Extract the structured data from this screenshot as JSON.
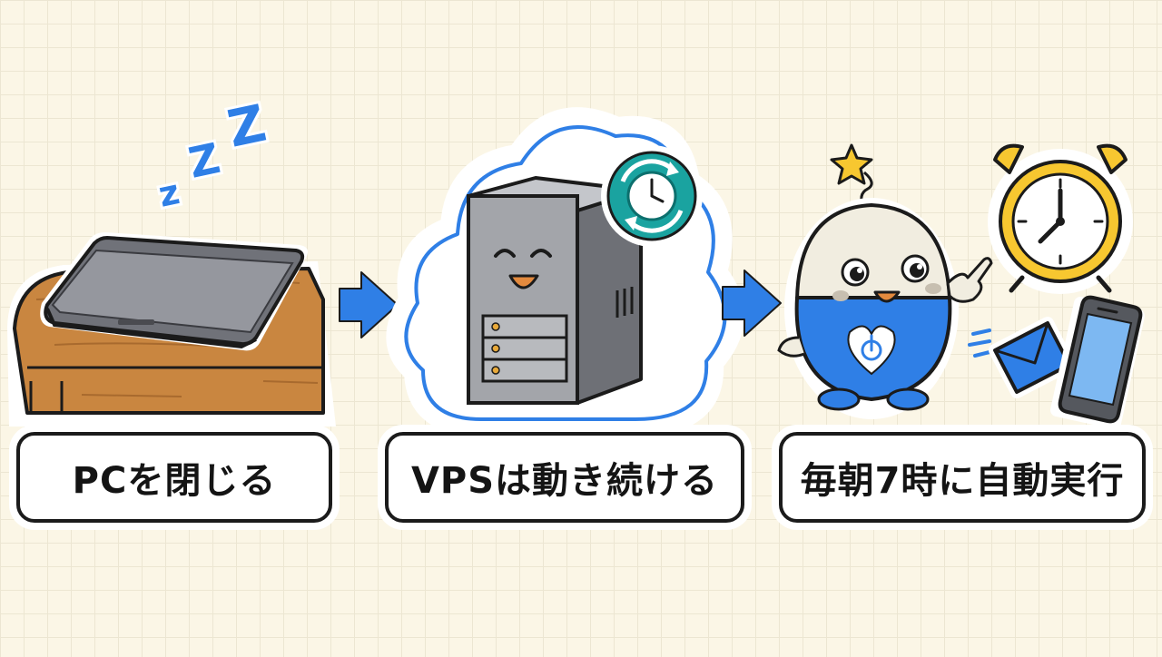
{
  "steps": [
    {
      "label": "PCを閉じる",
      "icon": "sleeping-laptop-icon"
    },
    {
      "label": "VPSは動き続ける",
      "icon": "cloud-server-icon"
    },
    {
      "label": "毎朝7時に自動実行",
      "icon": "mascot-alarm-icon"
    }
  ],
  "colors": {
    "background": "#fbf6e6",
    "accent_blue": "#2f7fe6",
    "teal": "#1aa3a0",
    "alarm_yellow": "#f7c730",
    "desk_wood": "#c98640",
    "outline": "#1b1b1b"
  }
}
